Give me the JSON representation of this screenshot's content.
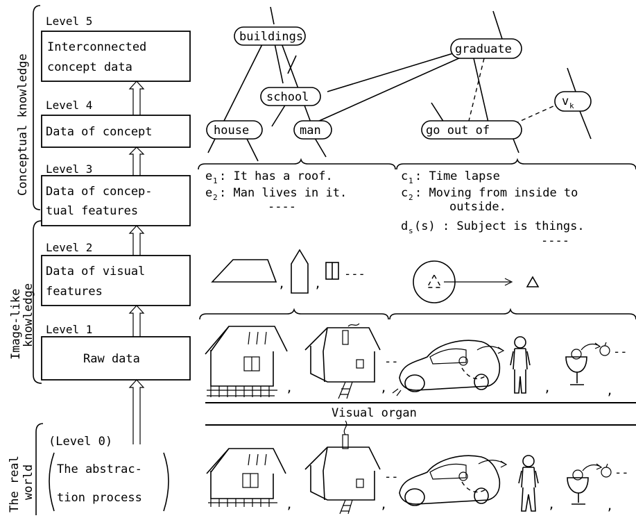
{
  "side_labels": {
    "conceptual": "Conceptual knowledge",
    "image_like_1": "Image-like",
    "image_like_2": "knowledge",
    "real_world_1": "The real",
    "real_world_2": "world"
  },
  "levels": [
    {
      "label": "Level 5",
      "lines": [
        "Interconnected",
        "concept data"
      ]
    },
    {
      "label": "Level 4",
      "lines": [
        "Data of concept"
      ]
    },
    {
      "label": "Level 3",
      "lines": [
        "Data of concep-",
        "tual features"
      ]
    },
    {
      "label": "Level 2",
      "lines": [
        "Data of visual",
        "features"
      ]
    },
    {
      "label": "Level 1",
      "lines": [
        "Raw data"
      ]
    }
  ],
  "level0": {
    "label": "(Level 0)",
    "lines": [
      "The abstrac-",
      "tion process"
    ]
  },
  "concepts": {
    "buildings": "buildings",
    "school": "school",
    "house": "house",
    "man": "man",
    "graduate": "graduate",
    "go_out_of": "go out of",
    "vk_main": "v",
    "vk_sub": "k"
  },
  "features_left": [
    {
      "main": "e",
      "sub": "1",
      "text": " : It has a roof."
    },
    {
      "main": "e",
      "sub": "2",
      "text": " : Man lives in it."
    }
  ],
  "features_right": [
    {
      "main": "c",
      "sub": "1",
      "text": " : Time lapse"
    },
    {
      "main": "c",
      "sub": "2",
      "text": " : Moving from inside to"
    },
    {
      "main": "",
      "sub": "",
      "text": "outside."
    },
    {
      "main": "d",
      "sub": "s",
      "text": "(s) : Subject is things."
    }
  ],
  "ellipsis": "----",
  "separator": "Visual   organ",
  "punct": {
    "comma": ","
  }
}
